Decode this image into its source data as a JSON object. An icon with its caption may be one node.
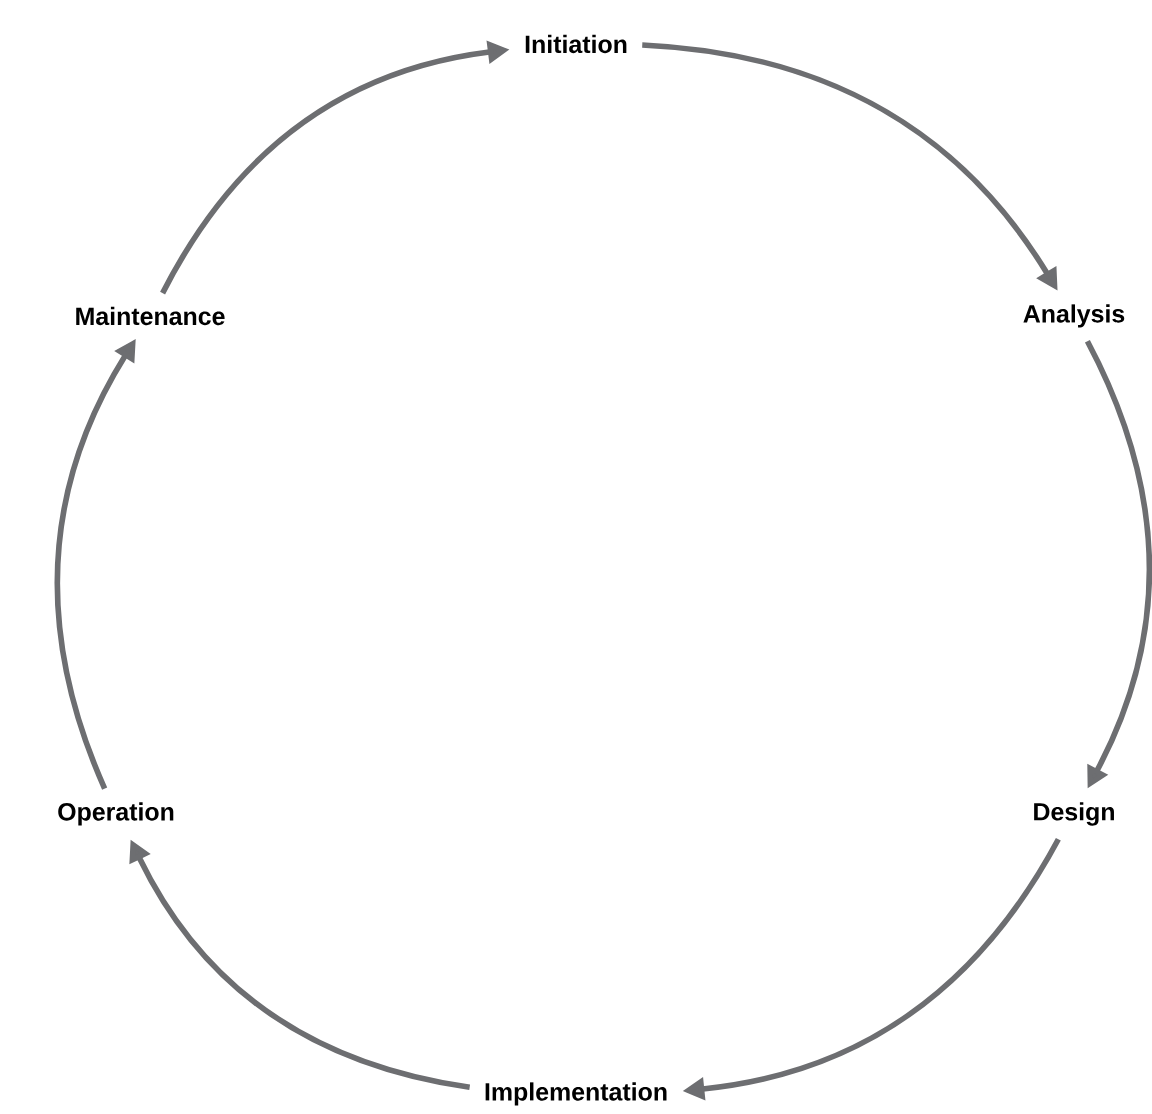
{
  "diagram": {
    "nodes": [
      {
        "text": [
          "Initiation"
        ]
      },
      {
        "text": [
          "Analysis"
        ]
      },
      {
        "text": [
          "Design"
        ]
      },
      {
        "text": [
          "Implementation"
        ]
      },
      {
        "text": [
          "Operation"
        ]
      },
      {
        "text": [
          "Maintenance"
        ]
      }
    ],
    "edges": [
      {
        "from": 0,
        "to": 1,
        "arrow": "to"
      },
      {
        "from": 1,
        "to": 2,
        "arrow": "to"
      },
      {
        "from": 2,
        "to": 3,
        "arrow": "to"
      },
      {
        "from": 3,
        "to": 4,
        "arrow": "to"
      },
      {
        "from": 4,
        "to": 5,
        "arrow": "to"
      },
      {
        "from": 5,
        "to": 0,
        "arrow": "to"
      }
    ]
  }
}
